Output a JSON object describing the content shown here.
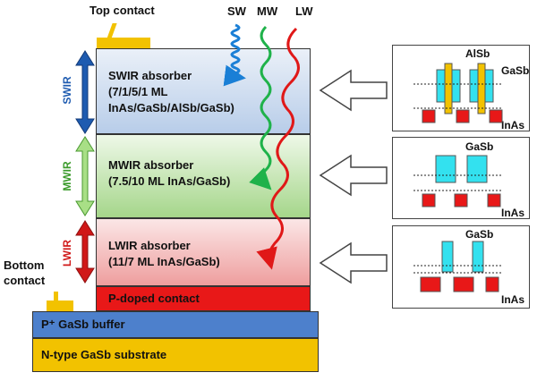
{
  "labels": {
    "top_contact": "Top contact",
    "bottom_contact": "Bottom\ncontact",
    "sw": "SW",
    "mw": "MW",
    "lw": "LW",
    "swir": "SWIR",
    "mwir": "MWIR",
    "lwir": "LWIR"
  },
  "layers": {
    "swir_absorber": [
      "SWIR absorber",
      "(7/1/5/1 ML",
      "InAs/GaSb/AlSb/GaSb)"
    ],
    "mwir_absorber": [
      "MWIR absorber",
      "(7.5/10 ML InAs/GaSb)"
    ],
    "lwir_absorber": [
      "LWIR absorber",
      "(11/7 ML InAs/GaSb)"
    ],
    "p_contact": "P-doped contact",
    "buffer": "P⁺ GaSb buffer",
    "substrate": "N-type GaSb substrate"
  },
  "panels": {
    "swir": {
      "alsb": "AlSb",
      "gasb": "GaSb",
      "inas": "InAs"
    },
    "mwir": {
      "gasb": "GaSb",
      "inas": "InAs"
    },
    "lwir": {
      "gasb": "GaSb",
      "inas": "InAs"
    }
  },
  "colors": {
    "contact": "#f2c200",
    "swir": "#c9d9ef",
    "mwir": "#bfe0ac",
    "lwir": "#f2b8b8",
    "p_contact": "#e81818",
    "buffer": "#4d80cc",
    "substrate": "#f2c200",
    "sw_wave": "#1a7fd6",
    "mw_wave": "#1fb24a",
    "lw_wave": "#e01818",
    "cyan": "#33e1ef",
    "alsb": "#f2c200",
    "inas": "#e81818"
  }
}
